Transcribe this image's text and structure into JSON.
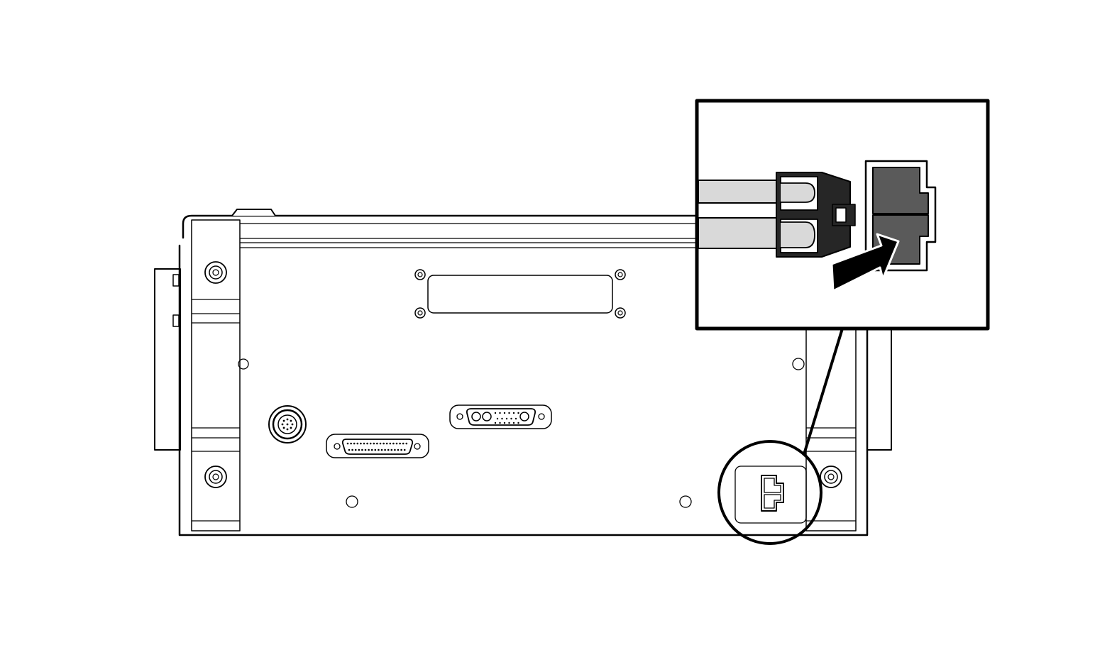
{
  "figure": {
    "subject": "rear-panel-power-connector-installation",
    "colors": {
      "line": "#000000",
      "panel_fill": "#ffffff",
      "cable_fill": "#d9d9d9",
      "receptacle_fill": "#5a5a5a",
      "arrow_fill": "#000000"
    },
    "callout": {
      "target": "power-receptacle",
      "action": "insert-plug"
    }
  }
}
